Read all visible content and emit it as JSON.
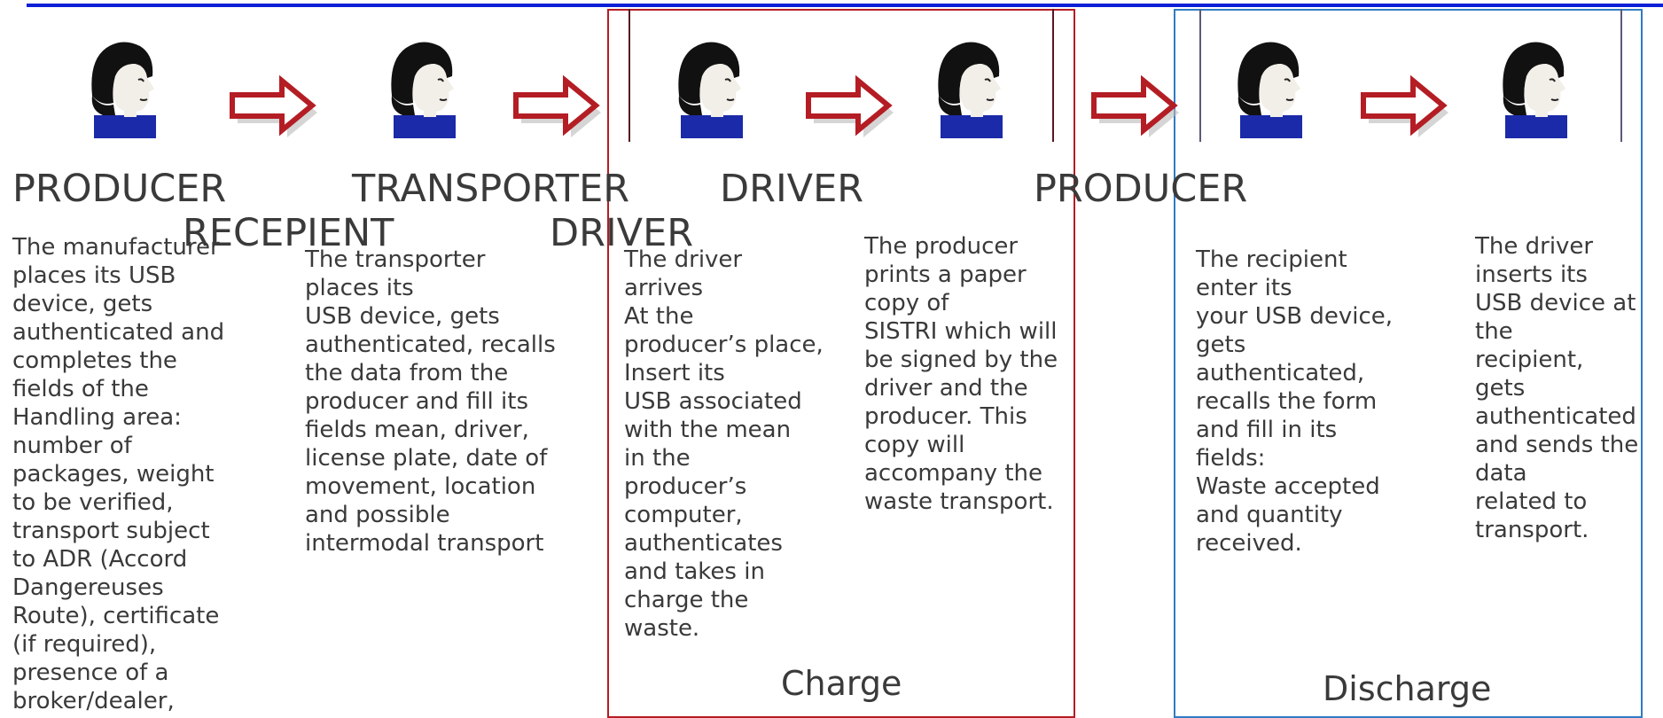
{
  "roles": {
    "producer_1": "PRODUCER",
    "transporter": "TRANSPORTER",
    "driver_1": "DRIVER",
    "producer_2": "PRODUCER",
    "recepient": "RECEPIENT",
    "driver_2": "DRIVER"
  },
  "descriptions": {
    "producer": "The manufacturer\nplaces its USB\ndevice, gets\nauthenticated and\ncompletes the\nfields of the\nHandling area:\nnumber of\npackages, weight\nto be verified,\ntransport subject\nto ADR (Accord\nDangereuses\nRoute), certificate\n(if required),\npresence of a\nbroker/dealer,",
    "transporter": "The transporter\nplaces its\nUSB device, gets\nauthenticated, recalls\nthe data from the\nproducer and fill its\nfields mean, driver,\nlicense plate, date of\nmovement, location\nand possible\nintermodal transport",
    "driver_arrives": "The driver\narrives\nAt the\nproducer’s place,\nInsert its\nUSB associated\nwith the mean\nin the\nproducer’s\ncomputer,\nauthenticates\nand takes in\ncharge the\nwaste.",
    "producer_prints": "The producer\nprints a paper\ncopy of\nSISTRI which will\nbe signed by the\ndriver and the\nproducer.  This\ncopy will\naccompany the\nwaste transport.",
    "recipient": "The recipient\nenter its\nyour USB device,\ngets\nauthenticated,\nrecalls the form\nand fill in its\nfields:\nWaste accepted\nand quantity\nreceived.",
    "driver_inserts": "The driver\ninserts its\nUSB device at\nthe\nrecipient,\ngets\nauthenticated\nand sends the\ndata\nrelated to\ntransport."
  },
  "frames": {
    "charge": "Charge",
    "discharge": "Discharge"
  },
  "colors": {
    "top_line": "#0a1fd6",
    "charge_border": "#b41d24",
    "discharge_border": "#2f7bc4",
    "arrow_fill": "#b41d24",
    "person_shirt": "#1b2aa8"
  },
  "icons": [
    "person-icon",
    "right-arrow-icon"
  ]
}
